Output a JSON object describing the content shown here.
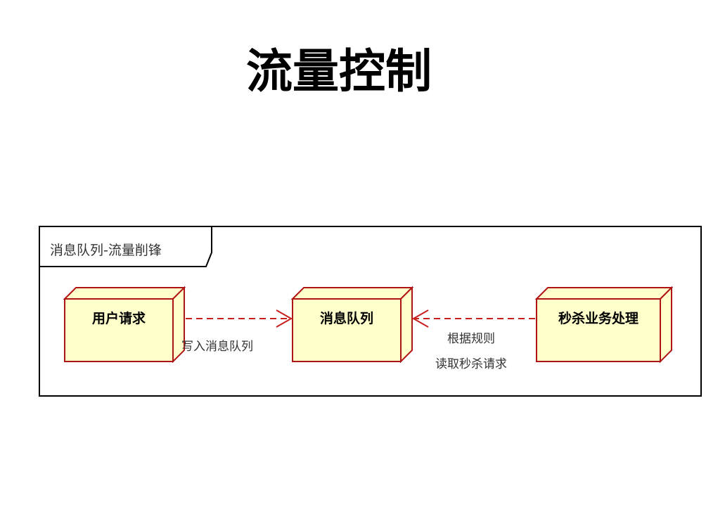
{
  "title": "流量控制",
  "frame": {
    "label": "消息队列-流量削锋"
  },
  "nodes": {
    "user_request": "用户请求",
    "message_queue": "消息队列",
    "seckill_processing": "秒杀业务处理"
  },
  "edges": {
    "write": {
      "label": "写入消息队列"
    },
    "read": {
      "label_line1": "根据规则",
      "label_line2": "读取秒杀请求"
    }
  },
  "colors": {
    "node_fill": "#FFFFCC",
    "node_border": "#B01414",
    "edge_color": "#C81E1E"
  }
}
